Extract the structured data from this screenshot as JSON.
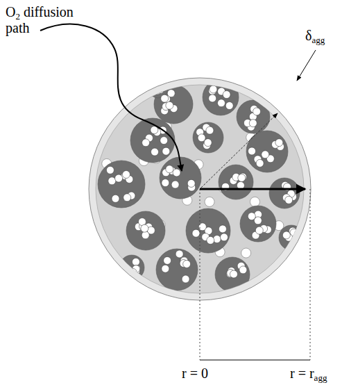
{
  "diagram": {
    "labels": [
      "O2 diffusion path",
      "δagg",
      "r = 0",
      "r = ragg"
    ]
  }
}
